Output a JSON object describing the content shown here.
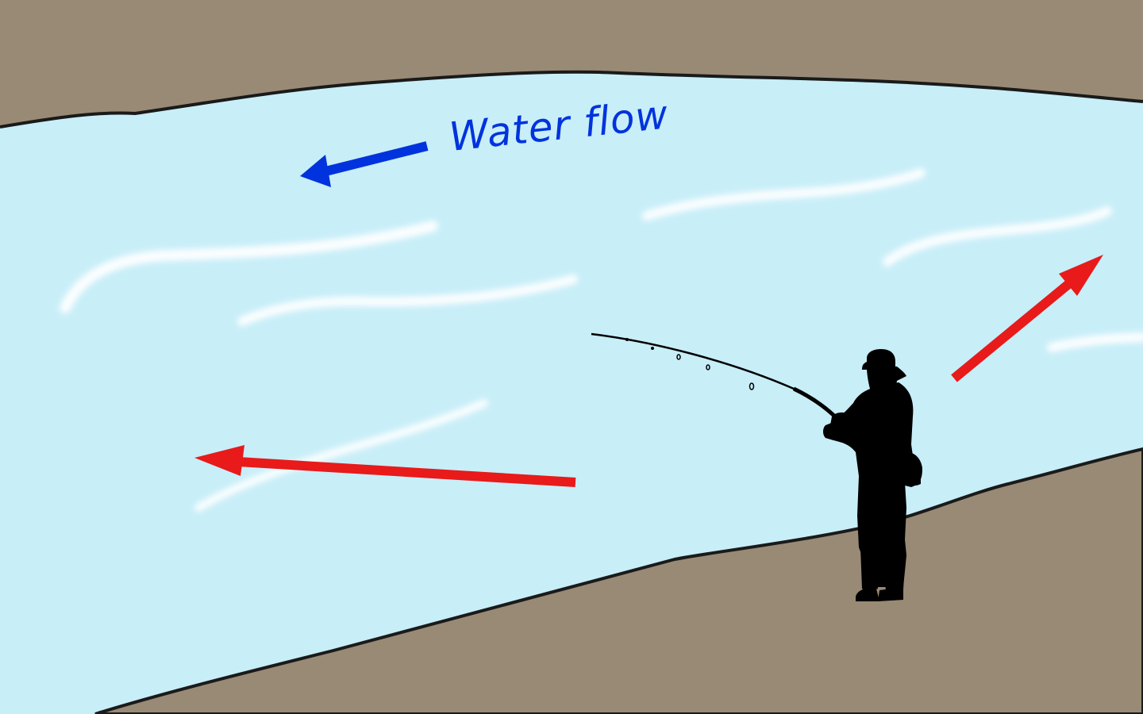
{
  "diagram": {
    "annotation": {
      "text": "Water flow"
    },
    "colors": {
      "bank": "#998a75",
      "water": "#c8eef8",
      "shoreline": "#1a1a1a",
      "flow_arrow": "#0033dd",
      "red_arrow": "#e81a1a",
      "silhouette": "#000000",
      "foam": "#ffffff"
    },
    "elements": {
      "far_bank": "far-bank",
      "near_bank": "near-bank",
      "river": "river",
      "angler": "angler-silhouette",
      "rod": "fishing-rod"
    }
  }
}
